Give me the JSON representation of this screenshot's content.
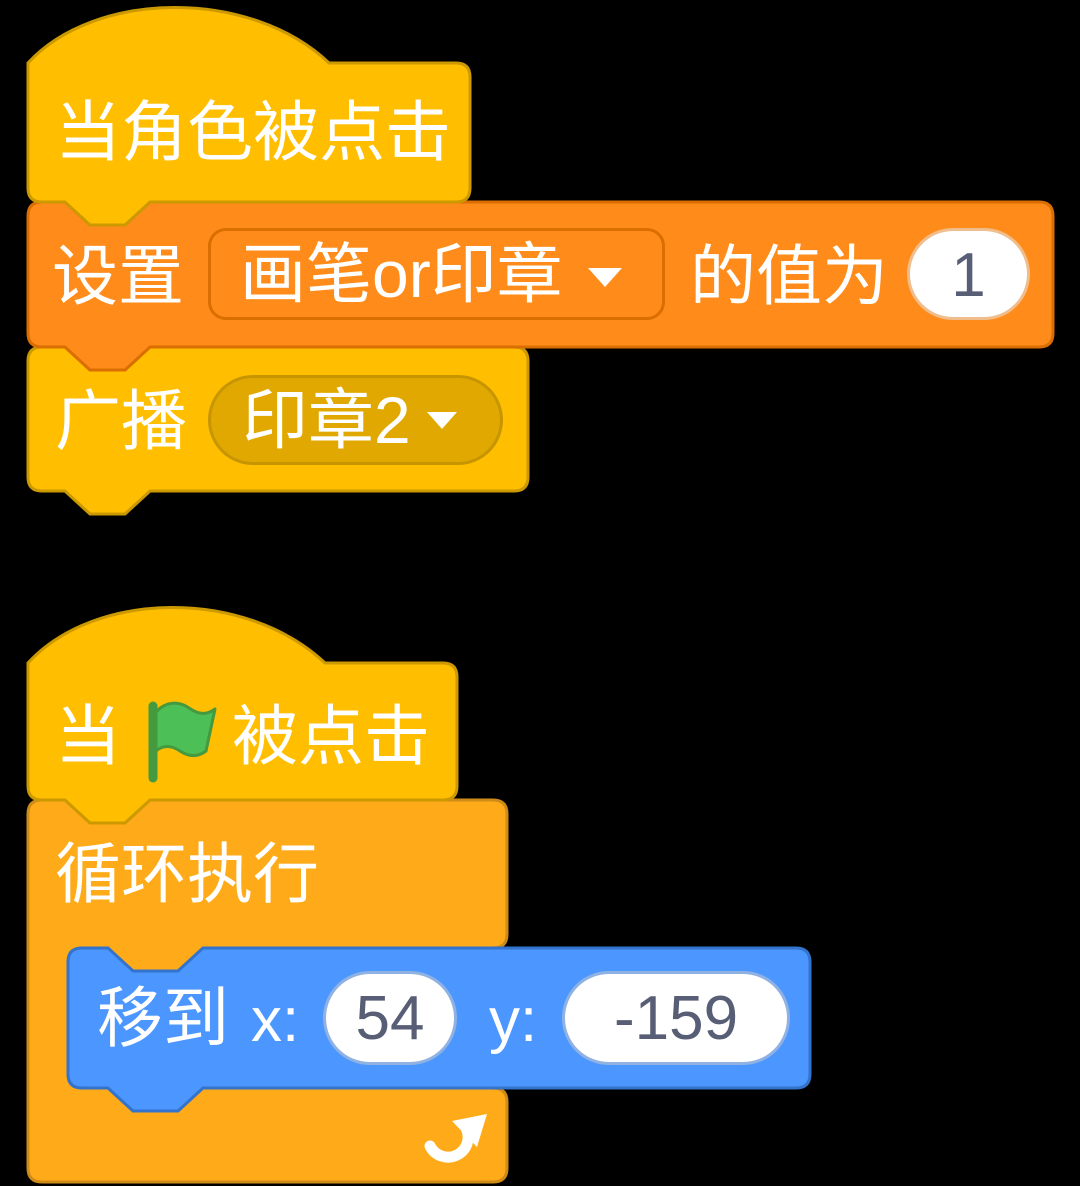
{
  "app": "scratch-block-editor",
  "colors": {
    "events_fill": "#FFBF00",
    "events_stroke": "#CC9900",
    "events_dropdown_fill": "#E0A800",
    "variables_fill": "#FF8C1A",
    "variables_stroke": "#DB6E00",
    "control_fill": "#FFAB19",
    "control_stroke": "#CF8B17",
    "motion_fill": "#4C97FF",
    "motion_stroke": "#3373CC",
    "input_text": "#575E75",
    "label_text": "#FFFFFF",
    "flag_green": "#4CBF56",
    "flag_pole": "#45993F"
  },
  "script1": {
    "when_sprite_clicked": {
      "label": "当角色被点击"
    },
    "set_variable": {
      "label_set": "设置",
      "variable": "画笔or印章",
      "label_value": "的值为",
      "value": "1"
    },
    "broadcast": {
      "label": "广播",
      "message": "印章2"
    }
  },
  "script2": {
    "when_flag_clicked": {
      "label_when": "当",
      "label_clicked": "被点击"
    },
    "forever": {
      "label": "循环执行"
    },
    "go_to_xy": {
      "label": "移到",
      "x_label": "x:",
      "x_value": "54",
      "y_label": "y:",
      "y_value": "-159"
    }
  }
}
